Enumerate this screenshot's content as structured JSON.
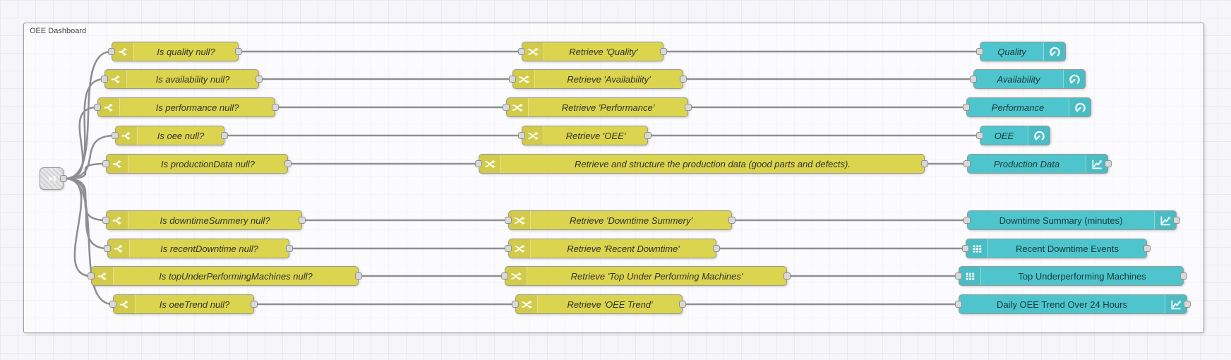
{
  "group": {
    "label": "OEE Dashboard"
  },
  "palette": {
    "function_node_fill": "#dbd44e",
    "widget_node_fill": "#4ec5cd",
    "wire": "#8f8f8f",
    "node_border": "#999999",
    "port_fill": "#d9d9d9",
    "canvas_bg": "#f6f6fa",
    "grid_line": "#e9e9f2"
  },
  "link_node": {
    "icon": "link-in-icon"
  },
  "icons": {
    "switch": "fork-icon",
    "change": "shuffle-icon",
    "gauge": "gauge-icon",
    "chart": "line-chart-icon",
    "table": "table-icon"
  },
  "rows": [
    {
      "switch": "Is quality null?",
      "change": "Retrieve 'Quality'",
      "widget": "Quality",
      "widget_icon": "gauge",
      "widget_icon_side": "right",
      "widget_label_style": "italic",
      "widget_has_output": false
    },
    {
      "switch": "Is availability null?",
      "change": "Retrieve 'Availability'",
      "widget": "Availability",
      "widget_icon": "gauge",
      "widget_icon_side": "right",
      "widget_label_style": "italic",
      "widget_has_output": false
    },
    {
      "switch": "Is performance null?",
      "change": "Retrieve 'Performance'",
      "widget": "Performance",
      "widget_icon": "gauge",
      "widget_icon_side": "right",
      "widget_label_style": "italic",
      "widget_has_output": false
    },
    {
      "switch": "Is oee null?",
      "change": "Retrieve 'OEE'",
      "widget": "OEE",
      "widget_icon": "gauge",
      "widget_icon_side": "right",
      "widget_label_style": "italic",
      "widget_has_output": false
    },
    {
      "switch": "Is productionData null?",
      "change": "Retrieve and structure the production data (good parts and defects).",
      "widget": "Production Data",
      "widget_icon": "chart",
      "widget_icon_side": "right",
      "widget_label_style": "italic",
      "widget_has_output": true
    },
    {
      "switch": "Is downtimeSummery null?",
      "change": "Retrieve 'Downtime Summery'",
      "widget": "Downtime Summary (minutes)",
      "widget_icon": "chart",
      "widget_icon_side": "right",
      "widget_label_style": "normal",
      "widget_has_output": true
    },
    {
      "switch": "Is recentDowntime null?",
      "change": "Retrieve 'Recent Downtime'",
      "widget": "Recent Downtime Events",
      "widget_icon": "table",
      "widget_icon_side": "left",
      "widget_label_style": "normal",
      "widget_has_output": true
    },
    {
      "switch": "Is topUnderPerformingMachines null?",
      "change": "Retrieve 'Top Under Performing Machines'",
      "widget": "Top Underperforming Machines",
      "widget_icon": "table",
      "widget_icon_side": "left",
      "widget_label_style": "normal",
      "widget_has_output": true
    },
    {
      "switch": "Is oeeTrend null?",
      "change": "Retrieve 'OEE Trend'",
      "widget": "Daily OEE Trend Over 24 Hours",
      "widget_icon": "chart",
      "widget_icon_side": "right",
      "widget_label_style": "normal",
      "widget_has_output": true
    }
  ]
}
